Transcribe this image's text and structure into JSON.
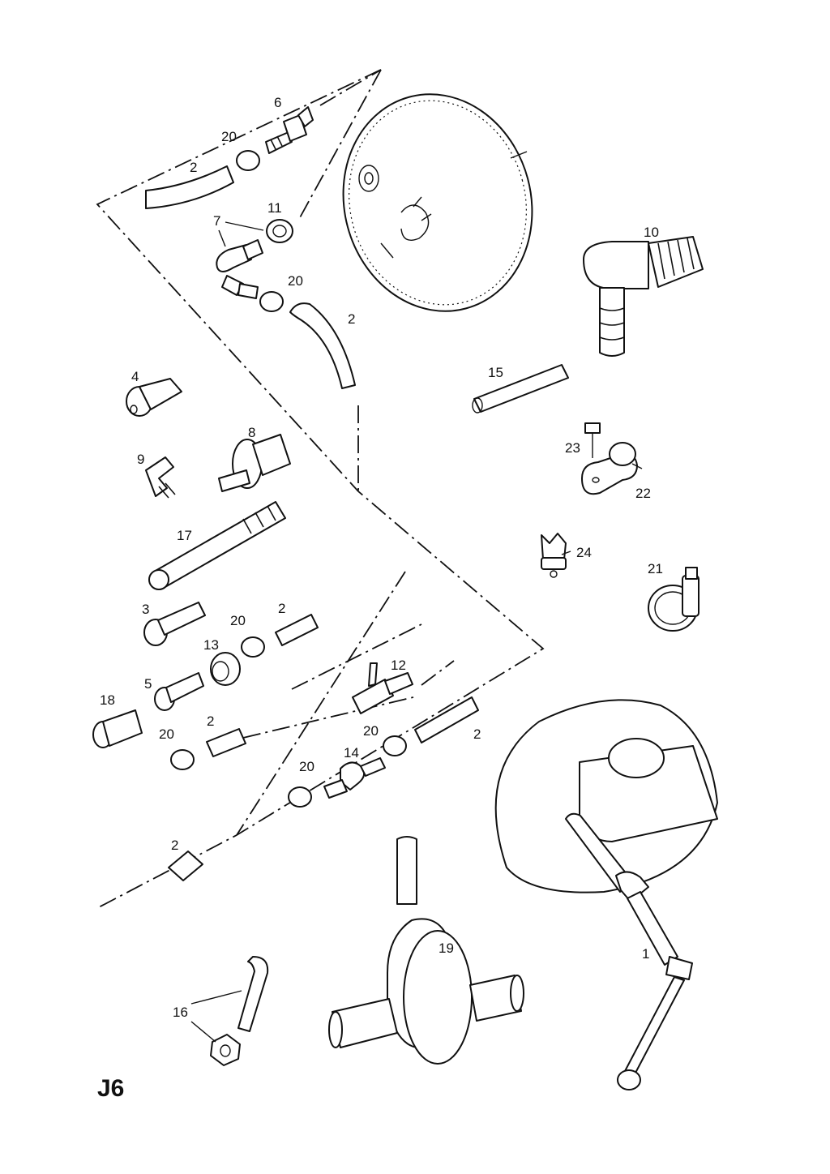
{
  "page_code": "J6",
  "callouts": {
    "c1": "1",
    "c2a": "2",
    "c2b": "2",
    "c2c": "2",
    "c2d": "2",
    "c2e": "2",
    "c2f": "2",
    "c3": "3",
    "c4": "4",
    "c5": "5",
    "c6": "6",
    "c7": "7",
    "c8": "8",
    "c9": "9",
    "c10": "10",
    "c11": "11",
    "c12": "12",
    "c13": "13",
    "c14": "14",
    "c15": "15",
    "c16": "16",
    "c17": "17",
    "c18": "18",
    "c19": "19",
    "c20a": "20",
    "c20b": "20",
    "c20c": "20",
    "c20d": "20",
    "c20e": "20",
    "c20f": "20",
    "c21": "21",
    "c22": "22",
    "c23": "23",
    "c24": "24"
  }
}
